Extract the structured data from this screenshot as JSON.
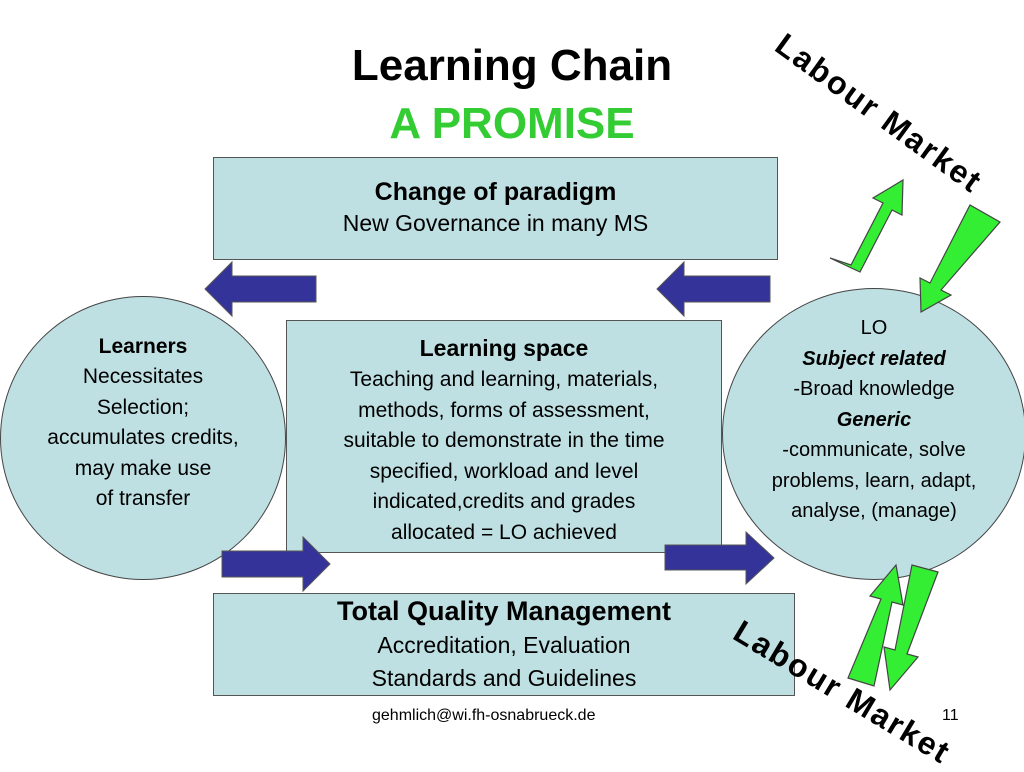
{
  "title": {
    "line1": "Learning Chain",
    "line2": "A PROMISE"
  },
  "paradigm": {
    "heading": "Change of paradigm",
    "text": "New Governance in many MS"
  },
  "learners": {
    "heading": "Learners",
    "lines": [
      "Necessitates",
      "Selection;",
      "accumulates credits,",
      "may make use",
      "of transfer"
    ]
  },
  "learning_space": {
    "heading": "Learning space",
    "lines": [
      "Teaching and learning, materials,",
      "methods, forms of assessment,",
      "suitable to demonstrate in the time",
      "specified, workload and level",
      "indicated,credits and grades",
      "allocated = LO achieved"
    ]
  },
  "lo": {
    "heading": "LO",
    "subject_related": "Subject related",
    "broad": "-Broad knowledge",
    "generic": "Generic",
    "generic_lines": [
      "-communicate, solve",
      "problems,  learn, adapt,",
      "analyse, (manage)"
    ]
  },
  "tqm": {
    "heading": "Total Quality Management",
    "line1": "Accreditation, Evaluation",
    "line2": "Standards and Guidelines"
  },
  "labour_market": {
    "top": "Labour Market",
    "bottom": "Labour Market"
  },
  "footer": {
    "email": "gehmlich@wi.fh-osnabrueck.de",
    "slide_number": "11"
  },
  "colors": {
    "box_fill": "#bfe0e3",
    "blue_arrow": "#33339a",
    "green_arrow": "#33ee33",
    "title_accent": "#33cc33"
  },
  "icons": [
    "arrow-left-icon",
    "arrow-right-icon",
    "green-double-arrow-icon"
  ]
}
